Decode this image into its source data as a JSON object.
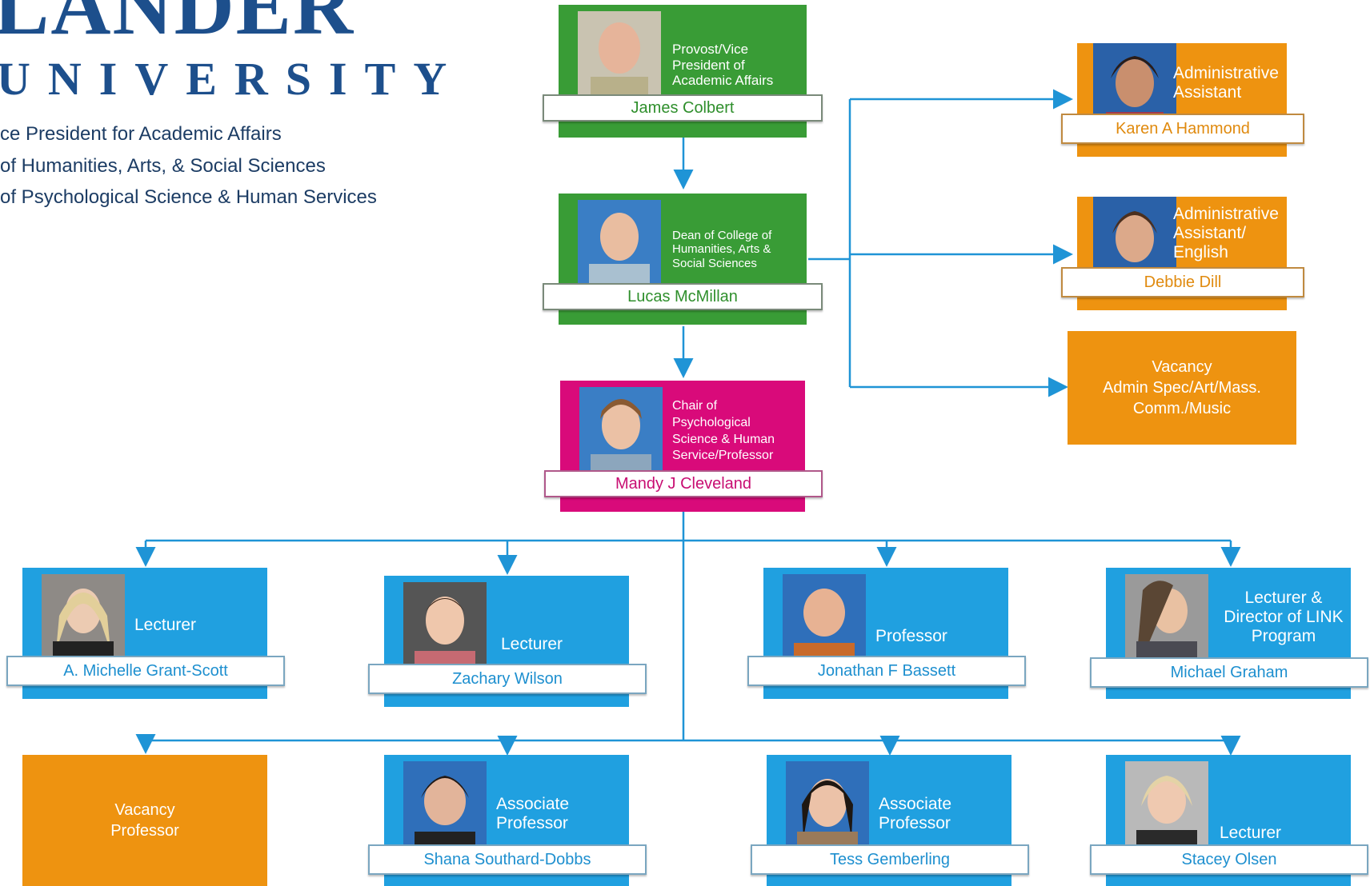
{
  "header": {
    "logo_top": "LANDER",
    "logo_bottom": "UNIVERSITY",
    "lines": [
      "ce President for Academic Affairs",
      "of Humanities, Arts, & Social Sciences",
      "of Psychological Science & Human Services"
    ]
  },
  "colors": {
    "green": "#399c36",
    "pink": "#d90a7a",
    "blue": "#20a0e0",
    "orange": "#ee9310",
    "connector": "#1f94d6"
  },
  "provost": {
    "title": "Provost/Vice President of Academic Affairs",
    "name": "James Colbert"
  },
  "dean": {
    "title": "Dean of College of Humanities, Arts & Social Sciences",
    "name": "Lucas McMillan"
  },
  "chair": {
    "title": "Chair of Psychological Science & Human Service/Professor",
    "name": "Mandy J Cleveland"
  },
  "admins": [
    {
      "title": "Administrative Assistant",
      "name": "Karen A Hammond"
    },
    {
      "title": "Administrative Assistant/ English",
      "name": "Debbie Dill"
    }
  ],
  "admin_vacancy": {
    "line1": "Vacancy",
    "line2": "Admin Spec/Art/Mass.",
    "line3": "Comm./Music"
  },
  "faculty_row1": [
    {
      "title": "Lecturer",
      "name": "A. Michelle Grant-Scott"
    },
    {
      "title": "Lecturer",
      "name": "Zachary Wilson"
    },
    {
      "title": "Professor",
      "name": "Jonathan F Bassett"
    },
    {
      "title": "Lecturer & Director of LINK Program",
      "name": "Michael Graham"
    }
  ],
  "faculty_vacancy": {
    "line1": "Vacancy",
    "line2": "Professor"
  },
  "faculty_row2": [
    {
      "title": "Associate Professor",
      "name": "Shana Southard-Dobbs"
    },
    {
      "title": "Associate Professor",
      "name": "Tess Gemberling"
    },
    {
      "title": "Lecturer",
      "name": "Stacey Olsen"
    }
  ]
}
